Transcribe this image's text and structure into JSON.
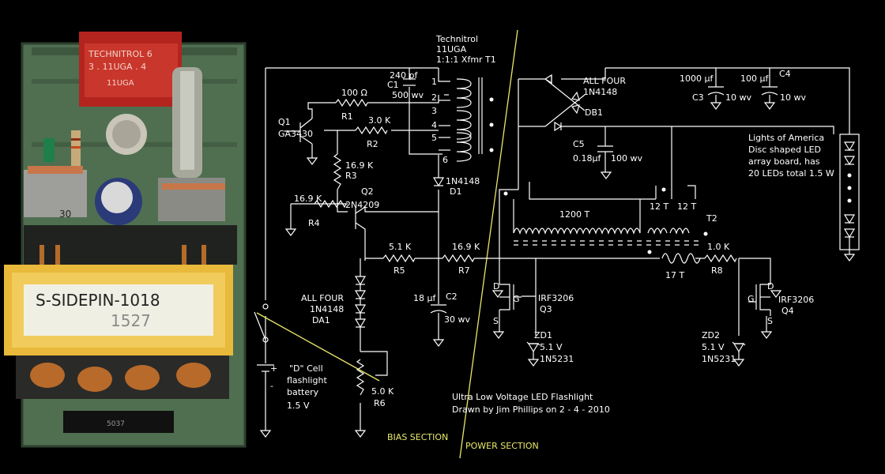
{
  "photo": {
    "transformer_main_label": "S-SIDEPIN-1018",
    "transformer_sub_label": "1527",
    "xfmr_small_label": "TECHNITROL 6",
    "xfmr_small_part": "11UGA",
    "xfmr_small_pins": "3 . 11UGA . 4",
    "resistor_label": "5037",
    "cap_label": "30"
  },
  "parts": {
    "t1": [
      "Technitrol",
      "11UGA",
      "1:1:1 Xfmr   T1"
    ],
    "c1": [
      "240   pf",
      "C1",
      "500 wv"
    ],
    "r1": [
      "100 Ω",
      "R1"
    ],
    "r2": [
      "3.0 K",
      "R2"
    ],
    "q1": [
      "Q1",
      "GA3430"
    ],
    "r3": [
      "16.9 K",
      "R3"
    ],
    "r4": [
      "16.9 K",
      "R4"
    ],
    "q2": [
      "Q2",
      "2N4209"
    ],
    "d1": [
      "1N4148",
      "D1"
    ],
    "r5": [
      "5.1 K",
      "R5"
    ],
    "r7": [
      "16.9 K",
      "R7"
    ],
    "c2": [
      "18 μf",
      "C2",
      "30 wv"
    ],
    "da1": [
      "ALL FOUR",
      "1N4148",
      "DA1"
    ],
    "battery": [
      "\"D\" Cell",
      "flashlight",
      "battery",
      "1.5 V"
    ],
    "r6": [
      "5.0 K",
      "R6"
    ],
    "db1": [
      "ALL FOUR",
      "1N4148",
      "DB1"
    ],
    "c3": [
      "1000 μf",
      "C3",
      "10 wv"
    ],
    "c4": [
      "100 μf",
      "C4",
      "10 wv"
    ],
    "c5": [
      "C5",
      "0.18μf",
      "100 wv"
    ],
    "led": [
      "Lights of America",
      "Disc shaped LED",
      "array board, has",
      "20 LEDs total 1.5 W"
    ],
    "t2": [
      "1200 T",
      "12 T",
      "12 T",
      "T2",
      "17 T"
    ],
    "r8": [
      "1.0 K",
      "R8"
    ],
    "q3": [
      "D",
      "G",
      "S",
      "IRF3206",
      "Q3"
    ],
    "q4": [
      "D",
      "G",
      "S",
      "IRF3206",
      "Q4"
    ],
    "zd1": [
      "ZD1",
      "5.1 V",
      "1N5231"
    ],
    "zd2": [
      "ZD2",
      "5.1 V",
      "1N5231"
    ],
    "pins": [
      "1",
      "2",
      "3",
      "4",
      "5",
      "6"
    ],
    "plus": "+",
    "minus": "-"
  },
  "title": [
    "Ultra Low  Voltage  LED  Flashlight",
    "Drawn  by  Jim  Phillips  on  2 - 4 - 2010"
  ],
  "sections": {
    "bias": "BIAS  SECTION",
    "power": "POWER  SECTION"
  },
  "colors": {
    "background": "#000000",
    "wire": "#ffffff",
    "divider": "#e8e86a",
    "section_label": "#e8e86a"
  }
}
